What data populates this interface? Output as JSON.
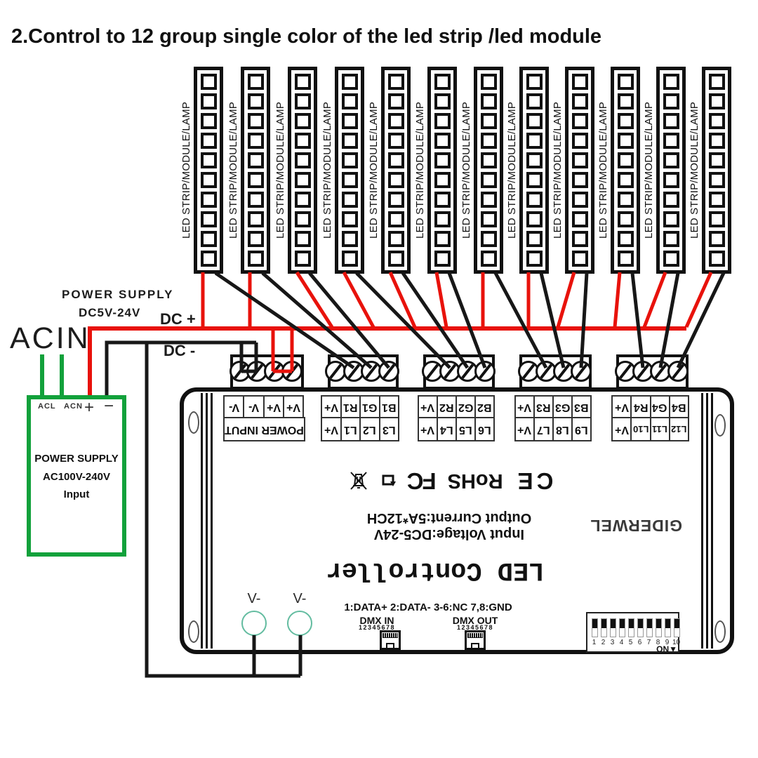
{
  "title": "2.Control to 12 group single color of the led strip /led module",
  "colors": {
    "wire_red": "#e8120b",
    "wire_black": "#171717",
    "wire_green": "#12a13b",
    "terminal_teal": "#63bca0"
  },
  "power_supply_labels": {
    "line1": "POWER SUPPLY",
    "line2": "DC5V-24V",
    "dc_plus": "DC +",
    "dc_minus": "DC -",
    "ac_in": "ACIN"
  },
  "power_supply_box": {
    "terminals": "ACL ACN",
    "plus": "+",
    "minus": "−",
    "title": "POWER SUPPLY",
    "voltage": "AC100V-240V",
    "mode": "Input"
  },
  "led_strip": {
    "count": 12,
    "label": "LED STRIP/MODULE/LAMP",
    "segments": 10
  },
  "controller": {
    "power_terminal": {
      "pins": [
        "V-",
        "V-",
        "V+",
        "V+"
      ],
      "name": "POWER INPUT"
    },
    "output_terminals": [
      {
        "pins": [
          "V+",
          "R1",
          "G1",
          "B1"
        ],
        "channels": [
          "V+",
          "L1",
          "L2",
          "L3"
        ]
      },
      {
        "pins": [
          "V+",
          "R2",
          "G2",
          "B2"
        ],
        "channels": [
          "V+",
          "L4",
          "L5",
          "L6"
        ]
      },
      {
        "pins": [
          "V+",
          "R3",
          "G3",
          "B3"
        ],
        "channels": [
          "V+",
          "L7",
          "L8",
          "L9"
        ]
      },
      {
        "pins": [
          "V+",
          "R4",
          "G4",
          "B4"
        ],
        "channels": [
          "V+",
          "L10",
          "L11",
          "L12"
        ]
      }
    ],
    "certifications": {
      "ce": "CE",
      "rohs": "RoHS",
      "fc": "FC"
    },
    "spec_line1": "Input Voltage:DC5-24V",
    "spec_line2": "Output Current:5A*12CH",
    "brand": "GIDERWEL",
    "product_name": "LED Controller",
    "vminus_labels": [
      "V-",
      "V-"
    ],
    "dmx": {
      "pin_info": "1:DATA+  2:DATA-  3-6:NC  7,8:GND",
      "in_label": "DMX IN",
      "out_label": "DMX OUT",
      "pins": "12345678"
    },
    "dip": {
      "numbers": [
        "1",
        "2",
        "3",
        "4",
        "5",
        "6",
        "7",
        "8",
        "9",
        "10"
      ],
      "on_label": "ON▼",
      "count": 10
    }
  }
}
